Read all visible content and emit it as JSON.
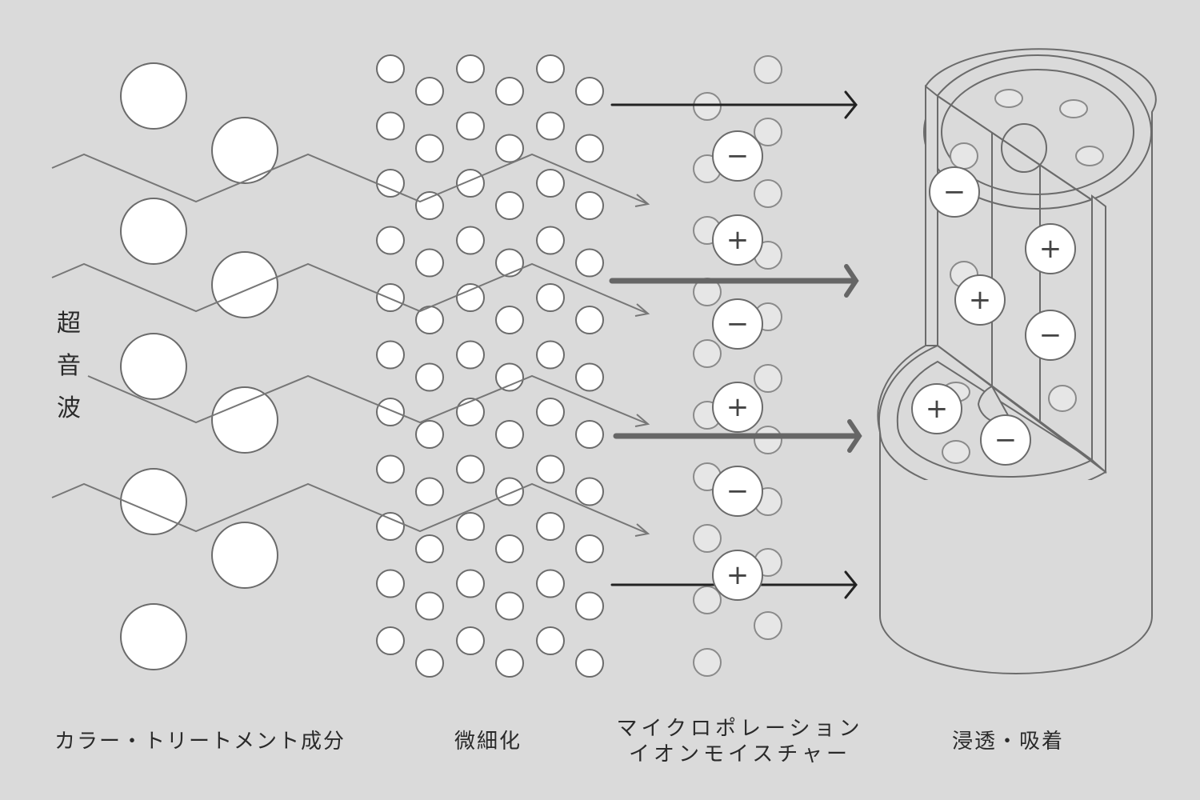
{
  "diagram": {
    "vertical_label": [
      "超",
      "音",
      "波"
    ],
    "captions": {
      "components": "カラー・トリートメント成分",
      "micronize": "微細化",
      "microporation_line1": "マイクロポレーション",
      "microporation_line2": "イオンモイスチャー",
      "penetration": "浸透・吸着"
    },
    "ion_signs": {
      "negative": "−",
      "positive": "+"
    },
    "colors": {
      "background": "#dadada",
      "particle_fill": "#ffffff",
      "outline": "#6b6b6b",
      "wave_line": "#777777",
      "arrow_dark": "#222222",
      "arrow_grey": "#666666",
      "small_ion_fill": "#e6e6e6"
    }
  }
}
